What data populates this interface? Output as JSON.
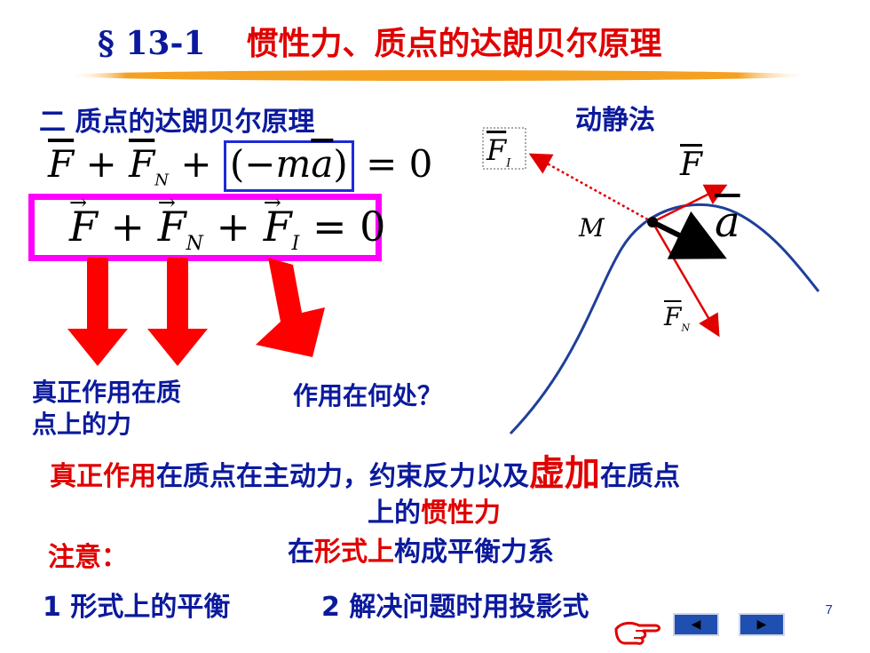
{
  "slide": {
    "title_section": "§ 13-1",
    "title_text": "惯性力、质点的达朗贝尔原理",
    "heading": "二  质点的达朗贝尔原理",
    "method_label": "动静法",
    "eq1": {
      "f": "F",
      "plus1": "+",
      "fn": "F",
      "n_sub": "N",
      "plus2": "+",
      "open": "(",
      "minus_ma": "−m",
      "a": "a",
      "close": ")",
      "equals": "= 0"
    },
    "eq2": {
      "f": "F",
      "plus1": "+",
      "fn": "F",
      "n_sub": "N",
      "plus2": "+",
      "fi": "F",
      "i_sub": "I",
      "equals": "= 0"
    },
    "label_real_line1": "真正作用在质",
    "label_real_line2": "点上的力",
    "label_where": "作用在何处？",
    "sentence": {
      "part1": "真正作用",
      "part2": "在质点在主动力，约束反力以及",
      "part3": "虚加",
      "part4": "在质点",
      "part5": "上的",
      "part6": "惯性力"
    },
    "note_label": "注意：",
    "note_text": {
      "part1": "在",
      "part2": "形式上",
      "part3": "构成平衡力系"
    },
    "bottom_item1": "1 形式上的平衡",
    "bottom_item2": "2  解决问题时用投影式",
    "page_number": "7",
    "diagram": {
      "fi_label": "F",
      "fi_sub": "I",
      "f_label": "F",
      "m_label": "M",
      "a_label": "a",
      "fn_label": "F",
      "fn_sub": "N"
    },
    "colors": {
      "title_blue": "#0b1a9c",
      "accent_red": "#e00000",
      "magenta_box": "#ff00ff",
      "divider_orange": "#f4a020",
      "curve_blue": "#1f3f9a"
    },
    "icons": [
      "pointing-hand-icon",
      "prev-arrow-icon",
      "next-arrow-icon"
    ]
  }
}
